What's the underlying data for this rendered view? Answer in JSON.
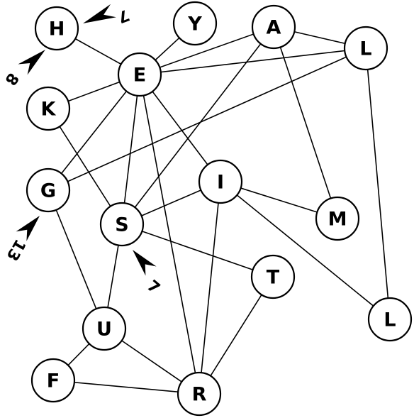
{
  "nodes": [
    {
      "id": "H",
      "label": "H"
    },
    {
      "id": "Y",
      "label": "Y"
    },
    {
      "id": "A",
      "label": "A"
    },
    {
      "id": "L1",
      "label": "L"
    },
    {
      "id": "E",
      "label": "E"
    },
    {
      "id": "K",
      "label": "K"
    },
    {
      "id": "G",
      "label": "G"
    },
    {
      "id": "I",
      "label": "I"
    },
    {
      "id": "S",
      "label": "S"
    },
    {
      "id": "M",
      "label": "M"
    },
    {
      "id": "T",
      "label": "T"
    },
    {
      "id": "L2",
      "label": "L"
    },
    {
      "id": "U",
      "label": "U"
    },
    {
      "id": "F",
      "label": "F"
    },
    {
      "id": "R",
      "label": "R"
    }
  ],
  "edges": [
    [
      "H",
      "E"
    ],
    [
      "Y",
      "E"
    ],
    [
      "A",
      "E"
    ],
    [
      "A",
      "L1"
    ],
    [
      "E",
      "L1"
    ],
    [
      "E",
      "K"
    ],
    [
      "E",
      "G"
    ],
    [
      "E",
      "S"
    ],
    [
      "E",
      "I"
    ],
    [
      "E",
      "R"
    ],
    [
      "A",
      "S"
    ],
    [
      "A",
      "M"
    ],
    [
      "L1",
      "G"
    ],
    [
      "L1",
      "L2"
    ],
    [
      "K",
      "S"
    ],
    [
      "G",
      "U"
    ],
    [
      "I",
      "S"
    ],
    [
      "I",
      "M"
    ],
    [
      "I",
      "L2"
    ],
    [
      "I",
      "R"
    ],
    [
      "S",
      "T"
    ],
    [
      "S",
      "U"
    ],
    [
      "T",
      "R"
    ],
    [
      "U",
      "F"
    ],
    [
      "U",
      "R"
    ],
    [
      "F",
      "R"
    ]
  ],
  "pointers": [
    {
      "target": "H",
      "label": "7"
    },
    {
      "target": "H",
      "label": "8"
    },
    {
      "target": "G",
      "label": "13"
    },
    {
      "target": "S",
      "label": "7"
    }
  ]
}
